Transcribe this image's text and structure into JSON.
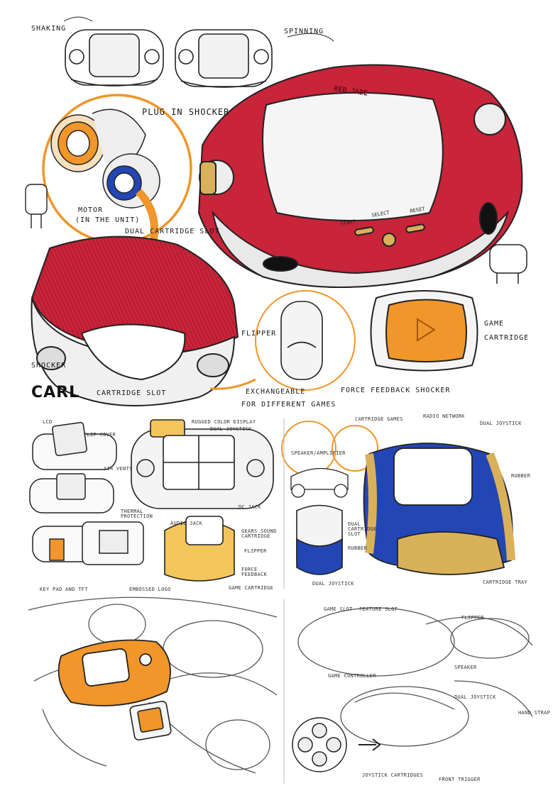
{
  "signature": "CARL",
  "panel_top": {
    "labels": {
      "shaking": "SHAKING",
      "spinning": "SPINNING",
      "plug_in_shocker": "PLUG IN SHOCKER",
      "motor": "MOTOR",
      "motor_note": "(IN THE UNIT)",
      "dual_cartridge_slot": "DUAL CARTRIDGE SLOT",
      "flipper": "FLIPPER",
      "game": "GAME",
      "cartridge": "CARTRIDGE",
      "shocker": "SHOCKER",
      "cartridge_slot": "CARTRIDGE SLOT",
      "exchangeable": "EXCHANGEABLE",
      "for_different_games": "FOR DIFFERENT GAMES",
      "force_feedback_shocker": "FORCE FEEDBACK SHOCKER"
    },
    "console_buttons": {
      "start": "START",
      "select": "SELECT",
      "reset": "RESET"
    },
    "console_brand": "RED JADE"
  },
  "panel_mid_left": {
    "labels": {
      "lcd": "LCD",
      "flip_cover": "FLIP COVER",
      "air_vents": "AIR VENTS",
      "thermal_protection": "THERMAL PROTECTION",
      "rugged_color_display": "RUGGED COLOR DISPLAY",
      "dual_joystick": "DUAL JOYSTICK",
      "dc_jack": "DC JACK",
      "audio_jack": "AUDIO JACK",
      "gears_sound_cartridge": "GEARS SOUND CARTRIDGE",
      "flipper": "FLIPPER",
      "force_feedback": "FORCE FEEDBACK",
      "game_cartridge": "GAME CARTRIDGE",
      "key_pad_and_tft": "KEY PAD AND TFT",
      "embossed_logo": "EMBOSSED LOGO"
    }
  },
  "panel_mid_right": {
    "labels": {
      "cartridge_games": "CARTRIDGE GAMES",
      "radio_network": "RADIO NETWORK",
      "dual_joystick": "DUAL JOYSTICK",
      "speaker_amplifier": "SPEAKER/AMPLIFIER",
      "rubber": "RUBBER",
      "dual_cartridge_slot": "DUAL CARTRIDGE SLOT",
      "rubber_2": "RUBBER",
      "cartridge_tray": "CARTRIDGE TRAY",
      "dual_joystick_2": "DUAL JOYSTICK"
    }
  },
  "panel_bottom_right": {
    "labels": {
      "game_slot": "GAME SLOT",
      "feature_slot": "FEATURE SLOT",
      "flipper": "FLIPPER",
      "speaker": "SPEAKER",
      "game_controller": "GAME CONTROLLER",
      "dual_joystick": "DUAL JOYSTICK",
      "joystick_cartridges": "JOYSTICK CARTRIDGES",
      "front_trigger": "FRONT TRIGGER",
      "hand_strap": "HAND STRAP"
    }
  },
  "colors": {
    "red": "#c8243a",
    "orange": "#f0962a",
    "blue": "#2346b5",
    "gold": "#d9b15a",
    "ink": "#1a1a1a",
    "pencil": "#6a6a6a"
  }
}
